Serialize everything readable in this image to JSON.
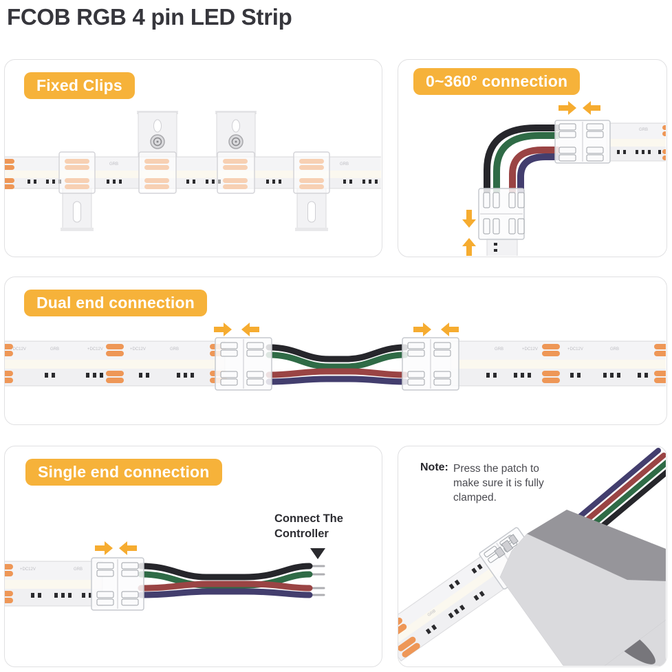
{
  "title": "FCOB RGB 4 pin LED Strip",
  "badges": {
    "fixed_clips": "Fixed Clips",
    "connection_360": "0~360° connection",
    "dual_end": "Dual end connection",
    "single_end": "Single end connection"
  },
  "note": {
    "label": "Note:",
    "text": "Press the patch to make sure it is fully clamped."
  },
  "callout": {
    "connect_controller": "Connect The Controller"
  },
  "strip_labels": {
    "voltage": "+DC12V",
    "channel": "GRB"
  },
  "colors": {
    "accent_orange": "#F6B23A",
    "arrow_orange": "#F6AC30",
    "pad_copper": "#EE9757",
    "wire_black": "#26262B",
    "wire_green": "#2F6B46",
    "wire_red": "#9A4444",
    "wire_blue": "#433E6E",
    "title_text": "#36363C"
  }
}
